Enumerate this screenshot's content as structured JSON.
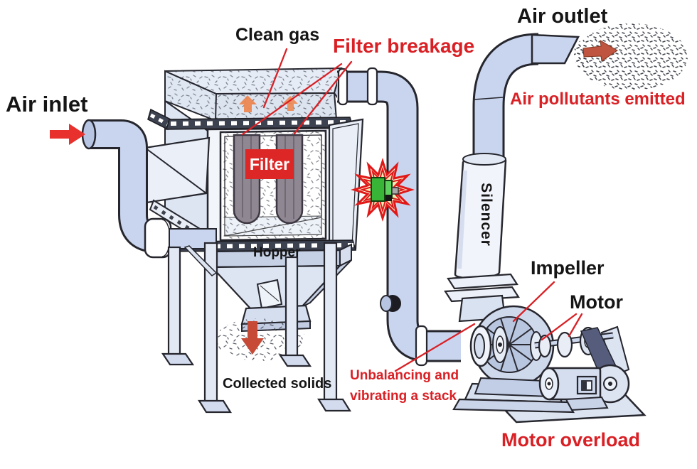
{
  "colors": {
    "ink": "#151515",
    "red": "#d92025",
    "pipe": "#c9d5ee",
    "pipeEdge": "#26262e",
    "badge": "#dd2626",
    "bag": "#8f8791",
    "warnGreen": "#38b437",
    "starRed": "#e01818",
    "starFill": "#faf6dc",
    "starFillInner": "#f1ebb4",
    "arrowRed": "#e8302d",
    "arrowRust": "#bf5440",
    "flangeDark": "#3d4250"
  },
  "labels": {
    "air_inlet": "Air inlet",
    "clean_gas": "Clean gas",
    "filter_breakage": "Filter breakage",
    "air_outlet": "Air outlet",
    "air_pollutants_emitted": "Air pollutants emitted",
    "filter": "Filter",
    "silencer": "Silencer",
    "hopper": "Hopper",
    "collected_solids": "Collected solids",
    "impeller": "Impeller",
    "motor": "Motor",
    "unbalancing_line1": "Unbalancing and",
    "unbalancing_line2": "vibrating a stack",
    "motor_overload": "Motor overload"
  }
}
